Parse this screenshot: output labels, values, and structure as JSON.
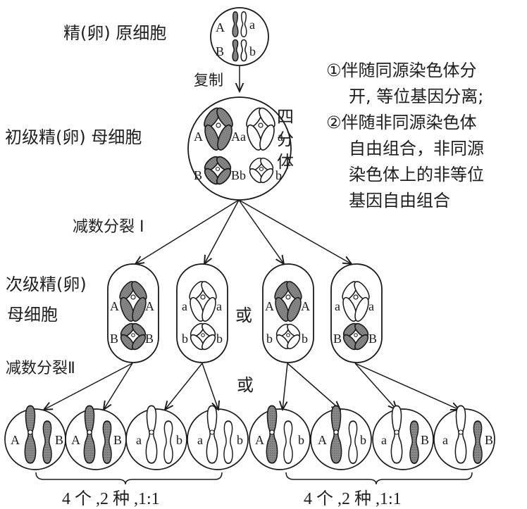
{
  "labels": {
    "oogonium": "精(卵) 原细胞",
    "replication": "复制",
    "primary": "初级精(卵) 母细胞",
    "tetrad": [
      "四",
      "分",
      "体"
    ],
    "meiosis1": "减数分裂 Ⅰ",
    "secondary_line1": "次级精(卵)",
    "secondary_line2": "母细胞",
    "meiosis2": "减数分裂Ⅱ",
    "or_middle": "或",
    "or_lower": "或"
  },
  "notes": [
    {
      "marker": "①",
      "lines": [
        "伴随同源染色体分",
        "开, 等位基因分离;"
      ]
    },
    {
      "marker": "②",
      "lines": [
        "伴随非同源染色体",
        "自由组合，非同源",
        "染色体上的非等位",
        "基因自由组合"
      ]
    }
  ],
  "cells": {
    "oogonium": {
      "genes": [
        "A",
        "a",
        "B",
        "b"
      ]
    },
    "primary": {
      "genes": [
        "A",
        "Aa",
        "a",
        "B",
        "Bb",
        "b"
      ]
    },
    "secondary": [
      {
        "left_top": "A",
        "right_top": "A",
        "left_bottom": "B",
        "right_bottom": "B"
      },
      {
        "left_top": "a",
        "right_top": "a",
        "left_bottom": "b",
        "right_bottom": "b"
      },
      {
        "left_top": "A",
        "right_top": "A",
        "left_bottom": "b",
        "right_bottom": "b"
      },
      {
        "left_top": "a",
        "right_top": "a",
        "left_bottom": "B",
        "right_bottom": "B"
      }
    ],
    "gametes": [
      {
        "left": "A",
        "right": "B"
      },
      {
        "left": "A",
        "right": "B"
      },
      {
        "left": "a",
        "right": "b"
      },
      {
        "left": "a",
        "right": "b"
      },
      {
        "left": "A",
        "right": "b"
      },
      {
        "left": "A",
        "right": "b"
      },
      {
        "left": "a",
        "right": "B"
      },
      {
        "left": "a",
        "right": "B"
      }
    ]
  },
  "summary": {
    "left": "4 个 ,2 种 ,1:1",
    "right": "4 个 ,2 种 ,1:1"
  },
  "colors": {
    "line": "#1a1a1a",
    "shaded": "#7a7a7a",
    "background": "#ffffff"
  }
}
